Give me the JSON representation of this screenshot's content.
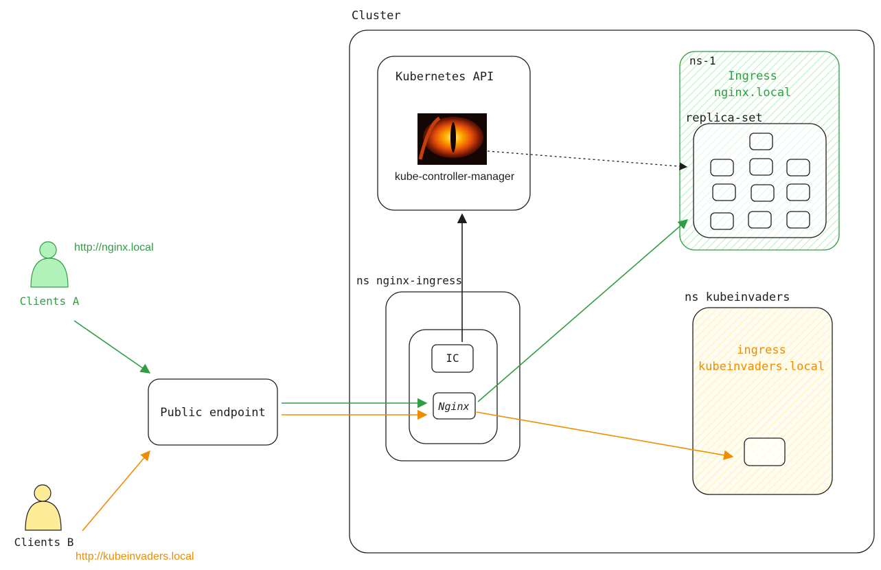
{
  "colors": {
    "green": "#2f9e44",
    "green_fill": "#b2f2bb",
    "orange": "#f08c00",
    "yellow_fill": "#ffec99",
    "black": "#1e1e1e"
  },
  "clients": {
    "a_label": "Clients A",
    "a_url": "http://nginx.local",
    "b_label": "Clients B",
    "b_url": "http://kubeinvaders.local"
  },
  "public_endpoint": {
    "label": "Public endpoint"
  },
  "cluster": {
    "label": "Cluster",
    "kubernetes_api": {
      "label": "Kubernetes API",
      "image_icon": "eye-of-sauron-icon",
      "component": "kube-controller-manager"
    },
    "ns_nginx_ingress": {
      "label": "ns nginx-ingress",
      "ic_label": "IC",
      "nginx_label": "Nginx"
    },
    "ns1": {
      "label": "ns-1",
      "ingress_title": "Ingress",
      "ingress_host": "nginx.local",
      "replica_set_label": "replica-set"
    },
    "ns_kubeinvaders": {
      "label": "ns kubeinvaders",
      "ingress_title": "ingress",
      "ingress_host": "kubeinvaders.local"
    }
  }
}
